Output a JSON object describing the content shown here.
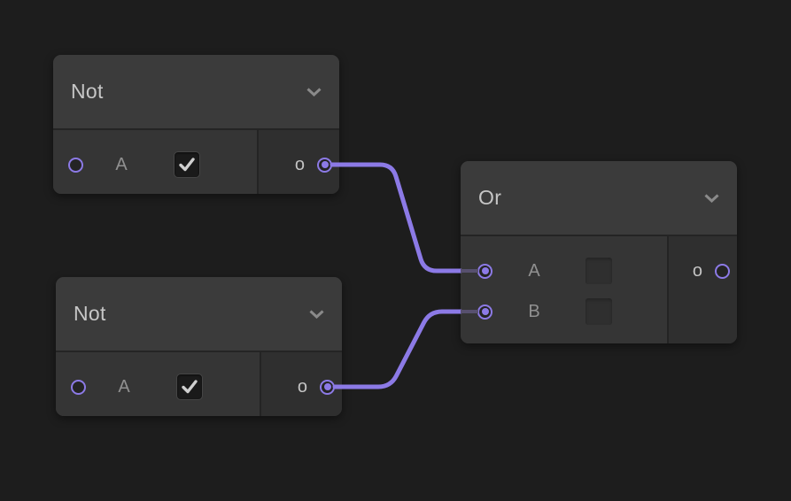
{
  "canvas": {
    "background": "#1d1d1d",
    "accent": "#8c7ae6",
    "wire_stub_color": "#57506e"
  },
  "nodes": [
    {
      "id": "not-1",
      "title": "Not",
      "collapse_icon": "chevron-down",
      "inputs": [
        {
          "label": "A",
          "connected": false,
          "control": "checkbox",
          "checked": true
        }
      ],
      "outputs": [
        {
          "label": "o",
          "connected": true
        }
      ]
    },
    {
      "id": "not-2",
      "title": "Not",
      "collapse_icon": "chevron-down",
      "inputs": [
        {
          "label": "A",
          "connected": false,
          "control": "checkbox",
          "checked": true
        }
      ],
      "outputs": [
        {
          "label": "o",
          "connected": true
        }
      ]
    },
    {
      "id": "or-1",
      "title": "Or",
      "collapse_icon": "chevron-down",
      "inputs": [
        {
          "label": "A",
          "connected": true,
          "control": "checkbox-disabled"
        },
        {
          "label": "B",
          "connected": true,
          "control": "checkbox-disabled"
        }
      ],
      "outputs": [
        {
          "label": "o",
          "connected": false
        }
      ]
    }
  ],
  "edges": [
    {
      "from": "not-1.o",
      "to": "or-1.A"
    },
    {
      "from": "not-2.o",
      "to": "or-1.B"
    }
  ]
}
